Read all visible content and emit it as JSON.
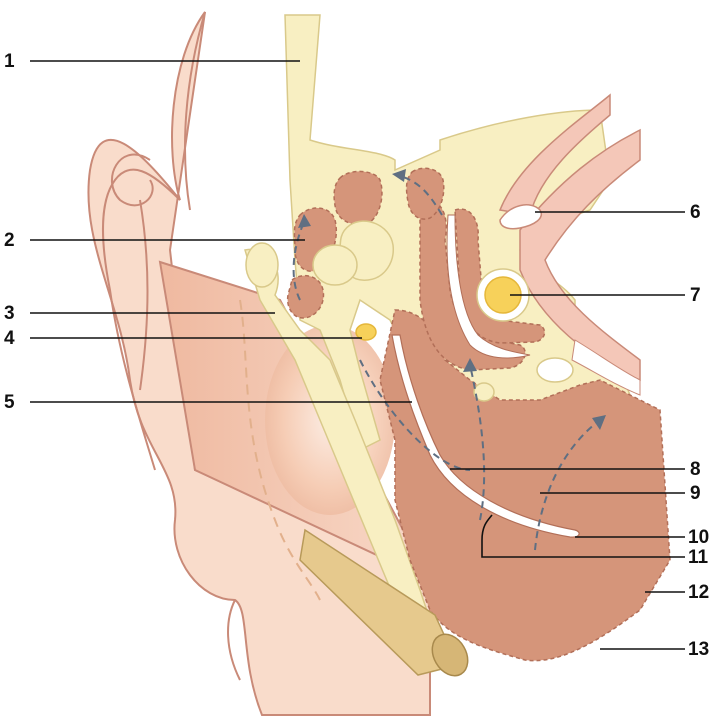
{
  "diagram": {
    "subject": "anatomical cross-section",
    "colors": {
      "skin": "#f9dccb",
      "skin_outline": "#c98a78",
      "bone": "#f8efc2",
      "bone_outline": "#d9c98a",
      "muscle": "#d5957a",
      "muscle_outline": "#b26f58",
      "vessel": "#f7d15a",
      "tube": "#e6c98d",
      "arrow": "#5f6f82",
      "leader": "#111111"
    },
    "callouts": [
      {
        "id": 1,
        "label": "1"
      },
      {
        "id": 2,
        "label": "2"
      },
      {
        "id": 3,
        "label": "3"
      },
      {
        "id": 4,
        "label": "4"
      },
      {
        "id": 5,
        "label": "5"
      },
      {
        "id": 6,
        "label": "6"
      },
      {
        "id": 7,
        "label": "7"
      },
      {
        "id": 8,
        "label": "8"
      },
      {
        "id": 9,
        "label": "9"
      },
      {
        "id": 10,
        "label": "10"
      },
      {
        "id": 11,
        "label": "11"
      },
      {
        "id": 12,
        "label": "12"
      },
      {
        "id": 13,
        "label": "13"
      }
    ]
  }
}
